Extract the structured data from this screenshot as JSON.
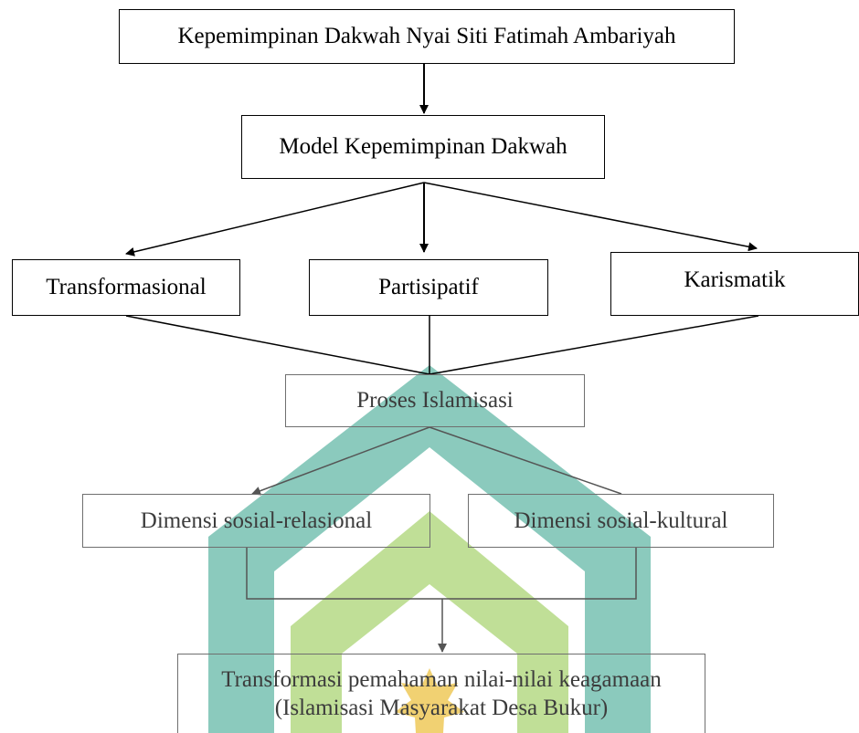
{
  "diagram": {
    "title_node": "Kepemimpinan Dakwah Nyai Siti Fatimah Ambariyah",
    "model_node": "Model Kepemimpinan Dakwah",
    "styles": [
      "Transformasional",
      "Partisipatif",
      "Karismatik"
    ],
    "process_node": "Proses Islamisasi",
    "dimensions": [
      "Dimensi sosial-relasional",
      "Dimensi sosial-kultural"
    ],
    "outcome_node": {
      "line1": "Transformasi pemahaman nilai-nilai keagamaan",
      "line2": "(Islamisasi Masyarakat Desa Bukur)"
    }
  },
  "colors": {
    "watermark_teal": "#7ec4b6",
    "watermark_green": "#b9dc8c",
    "watermark_gold": "#f0cf6a",
    "black_line": "#000000",
    "grey_line": "#6f6f6f"
  }
}
